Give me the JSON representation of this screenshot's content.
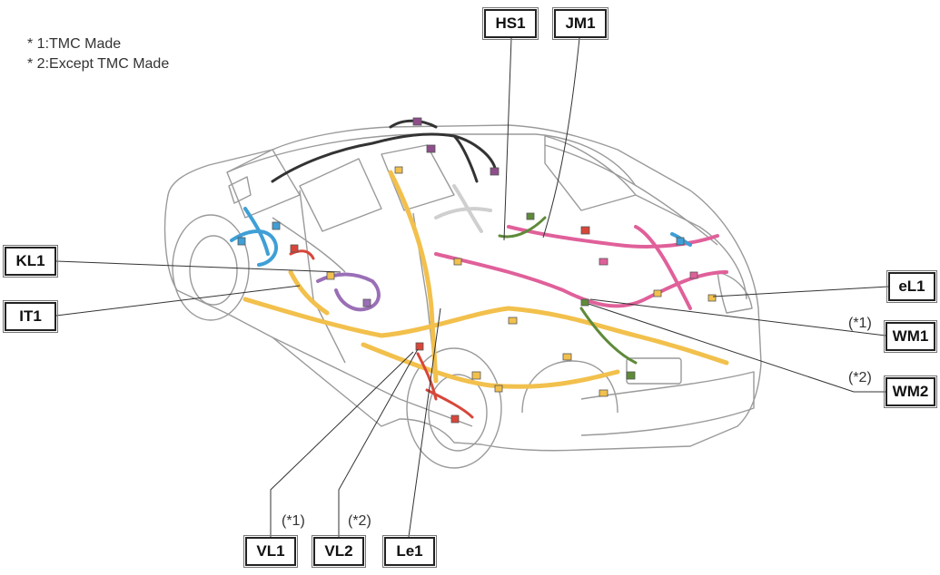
{
  "notes": [
    "* 1:TMC Made",
    "* 2:Except TMC Made"
  ],
  "labels": {
    "hs1": "HS1",
    "jm1": "JM1",
    "kl1": "KL1",
    "it1": "IT1",
    "el1": "eL1",
    "wm1": "WM1",
    "wm2": "WM2",
    "vl1": "VL1",
    "vl2": "VL2",
    "le1": "Le1"
  },
  "tags": {
    "wm1": "(*1)",
    "wm2": "(*2)",
    "vl1": "(*1)",
    "vl2": "(*2)"
  },
  "colors": {
    "body_outline": "#9a9a9a",
    "harness_yellow": "#f2c04c",
    "harness_pink": "#e0609a",
    "harness_purple": "#9a6fb6",
    "harness_blue": "#3f9fd6",
    "harness_red": "#d8463a",
    "harness_green": "#5f8a3a",
    "harness_black": "#333333",
    "harness_gray": "#cfcfcf"
  }
}
